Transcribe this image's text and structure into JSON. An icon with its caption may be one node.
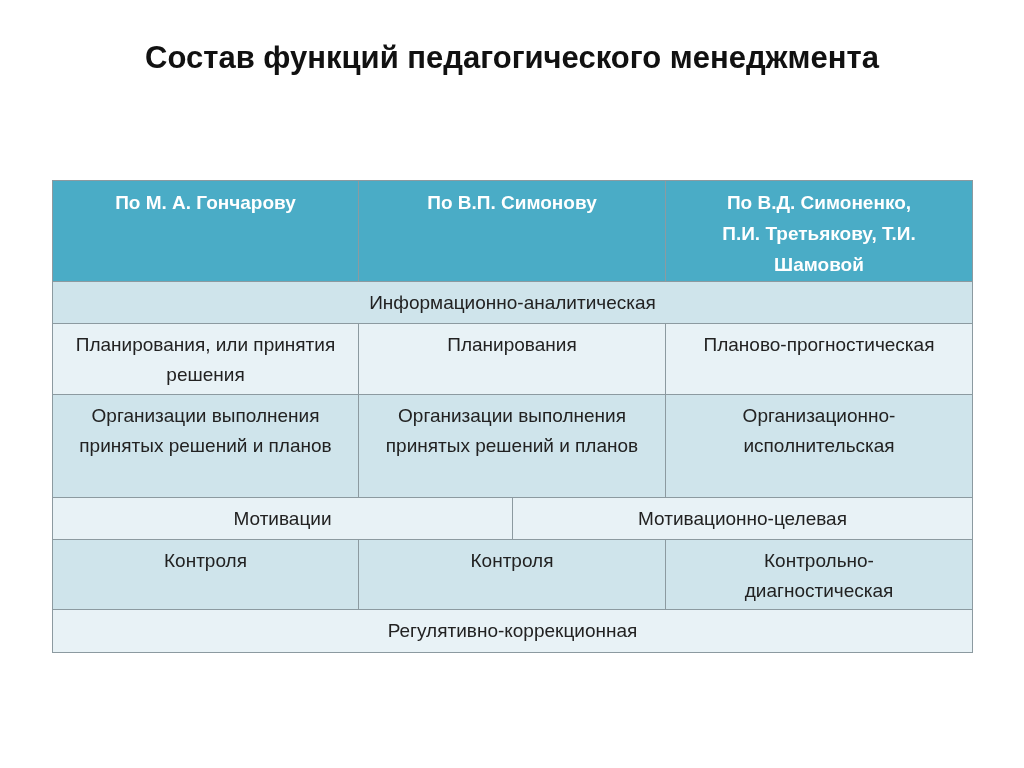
{
  "diagram": {
    "title": "Состав функций педагогического менеджмента",
    "labels": [
      "По М. А. Гончарову",
      "По В.П. Симонову",
      "По В.Д. Симоненко, П.И. Третьякову, Т.И. Шамовой",
      "Информационно-аналитическая",
      "Планирования, или принятия решения",
      "Планирования",
      "Планово-прогностическая",
      "Организации выполнения принятых решений и планов",
      "Организации выполнения принятых решений и планов",
      "Организационно-исполнительская",
      "Мотивации",
      "Мотивационно-целевая",
      "Контроля",
      "Контроля",
      "Контрольно-диагностическая",
      "Регулятивно-коррекционная"
    ]
  }
}
